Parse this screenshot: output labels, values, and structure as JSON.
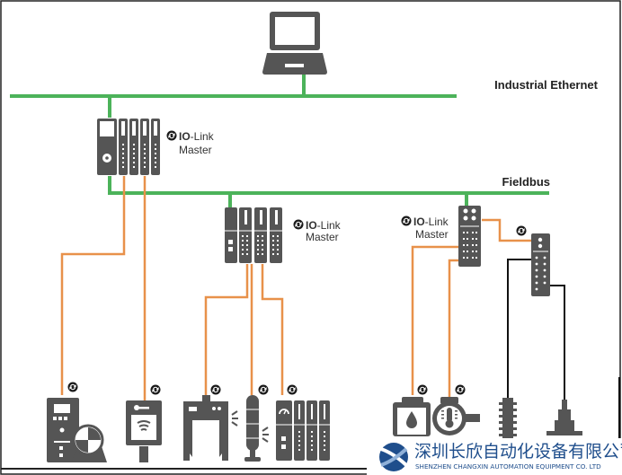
{
  "diagram": {
    "title": "IO-Link network topology",
    "colors": {
      "ethernet": "#4cb35a",
      "iolink_cable": "#e8914a",
      "standard_cable": "#111111",
      "device": "#555555",
      "logo": "#1f4e8c"
    },
    "buses": {
      "industrial_ethernet": "Industrial Ethernet",
      "fieldbus": "Fieldbus"
    },
    "masters": [
      {
        "id": "master-1",
        "brand": "IO",
        "suffix": "-Link",
        "role": "Master"
      },
      {
        "id": "master-2",
        "brand": "IO",
        "suffix": "-Link",
        "role": "Master"
      },
      {
        "id": "master-3",
        "brand": "IO",
        "suffix": "-Link",
        "role": "Master"
      }
    ],
    "nodes": [
      {
        "id": "laptop",
        "icon": "laptop-icon",
        "connection": "industrial-ethernet"
      },
      {
        "id": "io-hub",
        "icon": "io-hub-icon",
        "connection": "io-link"
      },
      {
        "id": "drive",
        "icon": "drive-motor-icon",
        "connection": "io-link"
      },
      {
        "id": "rfid",
        "icon": "rfid-reader-icon",
        "connection": "io-link"
      },
      {
        "id": "light-grid",
        "icon": "light-grid-sensor-icon",
        "connection": "io-link"
      },
      {
        "id": "signal-tower",
        "icon": "signal-tower-icon",
        "connection": "io-link"
      },
      {
        "id": "remote-io",
        "icon": "remote-io-icon",
        "connection": "io-link"
      },
      {
        "id": "level-sensor",
        "icon": "level-sensor-icon",
        "connection": "io-link"
      },
      {
        "id": "temperature-sensor",
        "icon": "temperature-sensor-icon",
        "connection": "io-link"
      },
      {
        "id": "connector-block",
        "icon": "connector-block-icon",
        "connection": "standard"
      },
      {
        "id": "proximity-sensor",
        "icon": "proximity-sensor-icon",
        "connection": "standard"
      }
    ],
    "logo": {
      "company_cn": "深圳长欣自动化设备有限公司",
      "company_en": "SHENZHEN CHANGXIN AUTOMATION EQUIPMENT CO. LTD"
    }
  }
}
